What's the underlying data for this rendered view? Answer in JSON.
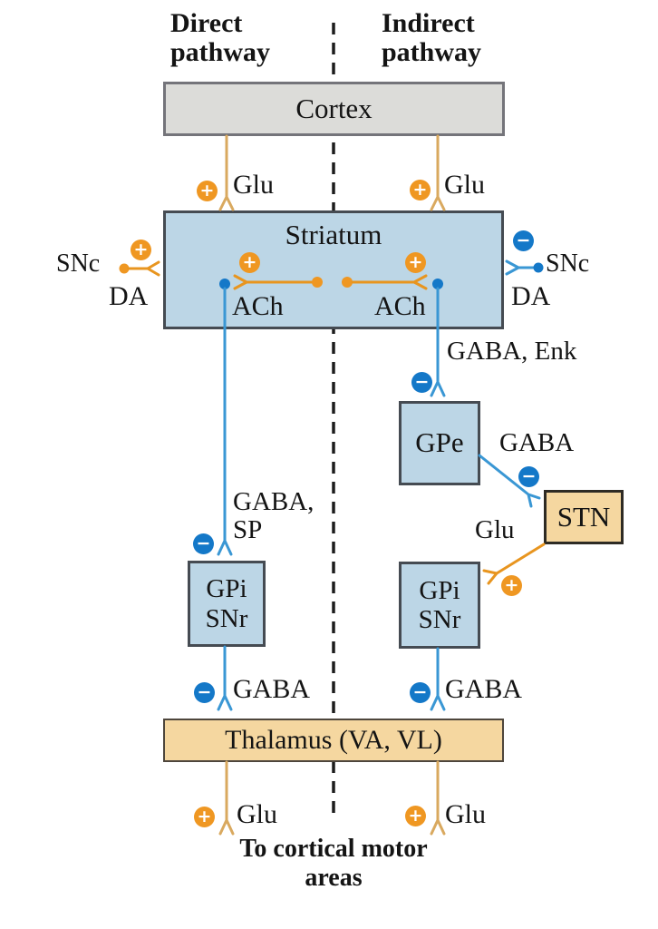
{
  "colors": {
    "excitatory": "#e8951f",
    "excitatory_light": "#d9a95f",
    "excitatory_node": "#ef9722",
    "inhibitory": "#3a97d4",
    "inhibitory_node": "#1478c8",
    "box_blue": "#bcd6e6",
    "box_tan": "#f5d7a0",
    "box_gray": "#dcdcd9"
  },
  "headers": {
    "direct": "Direct pathway",
    "indirect": "Indirect pathway"
  },
  "boxes": {
    "cortex": "Cortex",
    "striatum": "Striatum",
    "gpe": "GPe",
    "stn": "STN",
    "gpi_line1": "GPi",
    "gpi_line2": "SNr",
    "thalamus": "Thalamus (VA, VL)"
  },
  "labels": {
    "glu_cortex_left": "Glu",
    "glu_cortex_right": "Glu",
    "snc_left": "SNc",
    "da_left": "DA",
    "snc_right": "SNc",
    "da_right": "DA",
    "ach_left": "ACh",
    "ach_right": "ACh",
    "gaba_enk": "GABA, Enk",
    "gaba_sp_line1": "GABA,",
    "gaba_sp_line2": "SP",
    "gaba_gpe_stn": "GABA",
    "glu_stn_gpi": "Glu",
    "gaba_thal_left": "GABA",
    "gaba_thal_right": "GABA",
    "glu_thal_left": "Glu",
    "glu_thal_right": "Glu",
    "footer": "To cortical motor areas"
  },
  "icons": {
    "plus": "+",
    "minus": "−"
  }
}
